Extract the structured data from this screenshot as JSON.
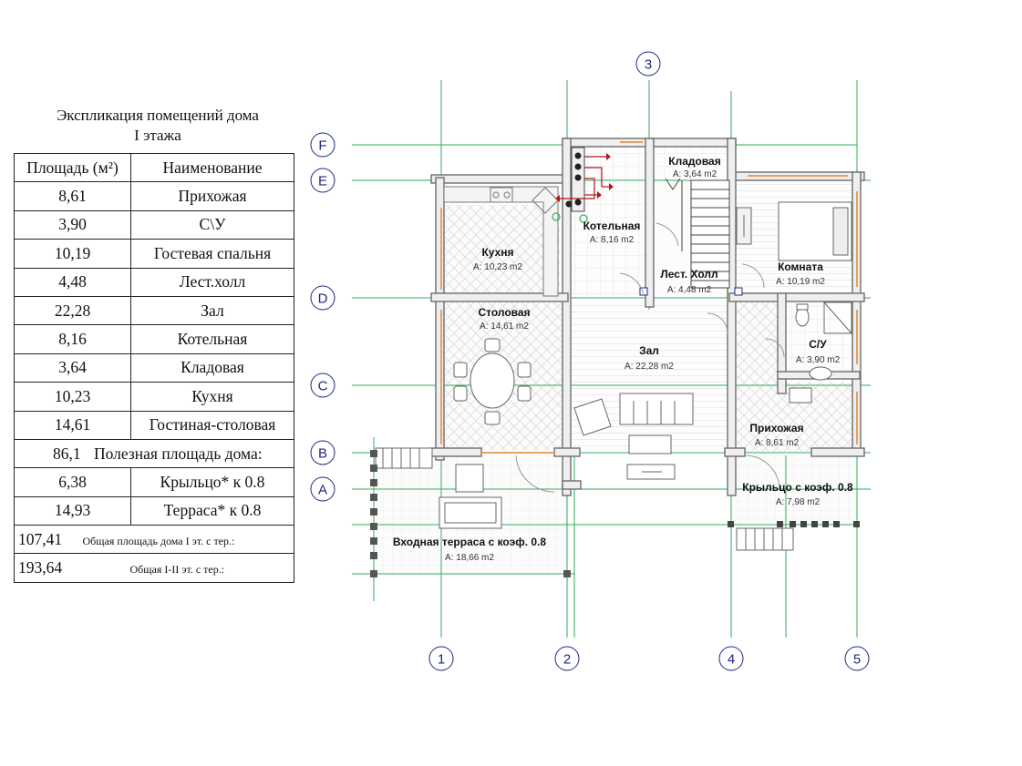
{
  "table": {
    "title_line1": "Экспликация помещений дома",
    "title_line2": "I этажа",
    "header_area": "Площадь (м²)",
    "header_name": "Наименование",
    "rows": [
      {
        "area": "8,61",
        "name": "Прихожая"
      },
      {
        "area": "3,90",
        "name": "С\\У"
      },
      {
        "area": "10,19",
        "name": "Гостевая спальня"
      },
      {
        "area": "4,48",
        "name": "Лест.холл"
      },
      {
        "area": "22,28",
        "name": "Зал"
      },
      {
        "area": "8,16",
        "name": "Котельная"
      },
      {
        "area": "3,64",
        "name": "Кладовая"
      },
      {
        "area": "10,23",
        "name": "Кухня"
      },
      {
        "area": "14,61",
        "name": "Гостиная-столовая"
      }
    ],
    "useful_total": "86,1",
    "useful_label": "Полезная площадь дома:",
    "porch_area": "6,38",
    "porch_label": "Крыльцо*  к 0.8",
    "terrace_area": "14,93",
    "terrace_label": "Терраса*  к 0.8",
    "total_floor1": "107,41",
    "total_floor1_label": "Общая площадь дома I эт. с тер.:",
    "total_all": "193,64",
    "total_all_label": "Общая  I-II эт. с тер.:"
  },
  "plan": {
    "axes_letters": [
      "F",
      "E",
      "D",
      "C",
      "B",
      "A"
    ],
    "axes_numbers": [
      "1",
      "2",
      "3",
      "4",
      "5"
    ],
    "rooms": [
      {
        "name": "Кладовая",
        "area": "A: 3,64 m2"
      },
      {
        "name": "Котельная",
        "area": "A: 8,16 m2"
      },
      {
        "name": "Кухня",
        "area": "A: 10,23 m2"
      },
      {
        "name": "Лест. Холл",
        "area": "A: 4,48 m2"
      },
      {
        "name": "Комната",
        "area": "A: 10,19 m2"
      },
      {
        "name": "Столовая",
        "area": "A: 14,61 m2"
      },
      {
        "name": "Зал",
        "area": "A: 22,28 m2"
      },
      {
        "name": "С/У",
        "area": "A: 3,90 m2"
      },
      {
        "name": "Прихожая",
        "area": "A: 8,61 m2"
      },
      {
        "name": "Крыльцо с коэф. 0.8",
        "area": "A: 7,98 m2"
      },
      {
        "name": "Входная терраса с коэф. 0.8",
        "area": "A: 18,66 m2"
      }
    ],
    "colors": {
      "grid": "#2fae5a",
      "wall": "#7a7a7a",
      "axis_circle": "#1a2a80",
      "heating": "#b01818"
    }
  }
}
